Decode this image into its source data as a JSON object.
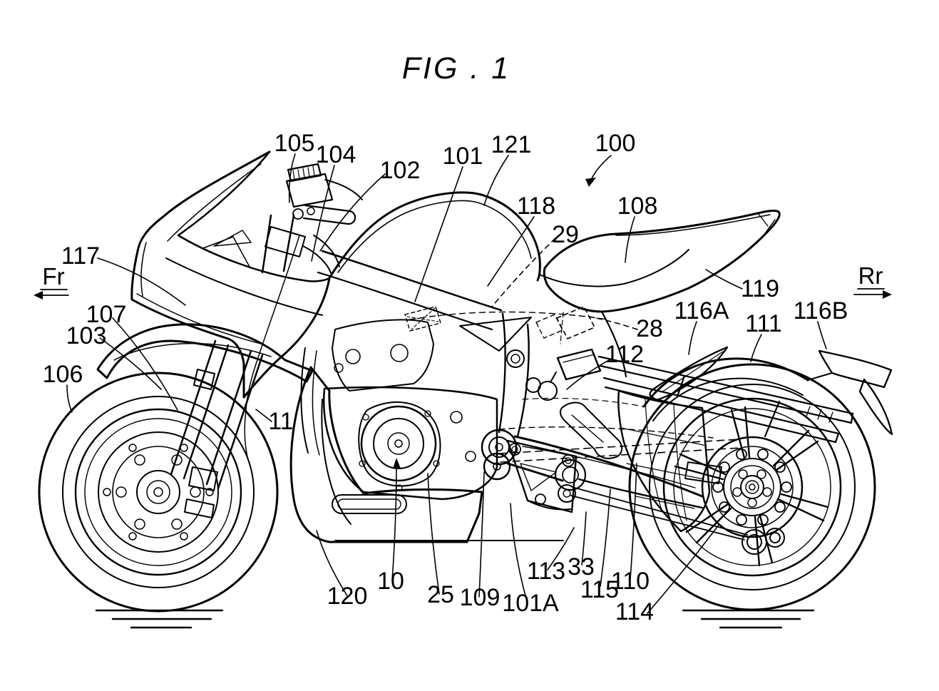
{
  "figure": {
    "title": "FIG . 1"
  },
  "directions": {
    "front": {
      "label": "Fr"
    },
    "rear": {
      "label": "Rr"
    }
  },
  "labels": [
    {
      "text": "105"
    },
    {
      "text": "104"
    },
    {
      "text": "102"
    },
    {
      "text": "101"
    },
    {
      "text": "121"
    },
    {
      "text": "100"
    },
    {
      "text": "118"
    },
    {
      "text": "29"
    },
    {
      "text": "108"
    },
    {
      "text": "117"
    },
    {
      "text": "107"
    },
    {
      "text": "103"
    },
    {
      "text": "106"
    },
    {
      "text": "119"
    },
    {
      "text": "116A"
    },
    {
      "text": "111"
    },
    {
      "text": "116B"
    },
    {
      "text": "28"
    },
    {
      "text": "112"
    },
    {
      "text": "11"
    },
    {
      "text": "120"
    },
    {
      "text": "10"
    },
    {
      "text": "25"
    },
    {
      "text": "109"
    },
    {
      "text": "101A"
    },
    {
      "text": "113"
    },
    {
      "text": "33"
    },
    {
      "text": "115"
    },
    {
      "text": "110"
    },
    {
      "text": "114"
    }
  ]
}
